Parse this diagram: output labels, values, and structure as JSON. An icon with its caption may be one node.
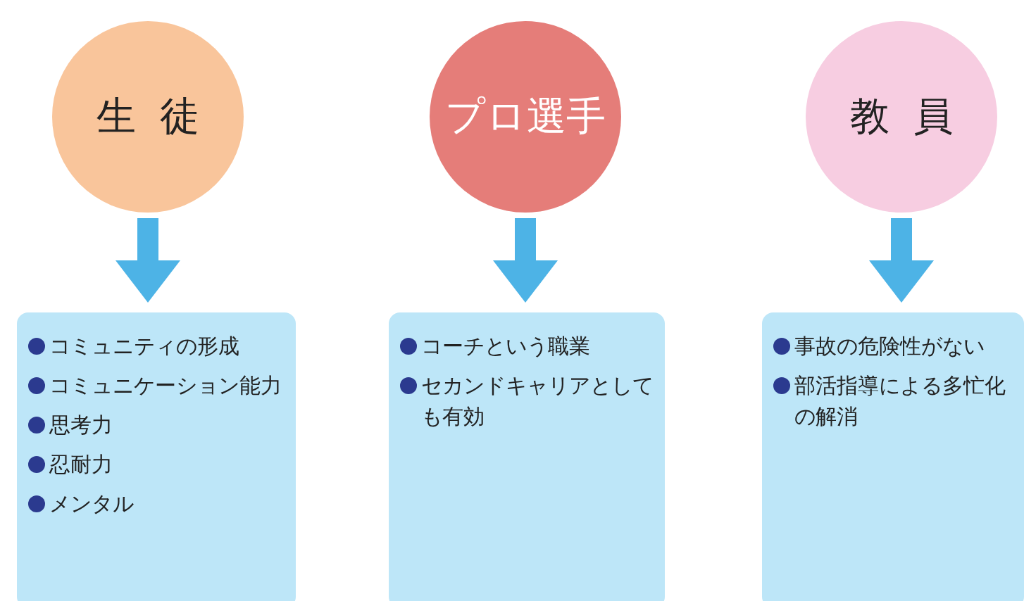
{
  "diagram": {
    "nodes": [
      {
        "text": [
          "生徒"
        ]
      },
      {
        "text": [
          "コミュニティの形成",
          "コミュニケーション能力",
          "思考力",
          "忍耐力",
          "メンタル"
        ]
      },
      {
        "text": [
          "プロ選手"
        ]
      },
      {
        "text": [
          "コーチという職業",
          "セカンドキャリアとしても有効"
        ]
      },
      {
        "text": [
          "教員"
        ]
      },
      {
        "text": [
          "事故の危険性がない",
          "部活指導による多忙化の解消"
        ]
      }
    ],
    "edges": [
      {
        "from": 0,
        "to": 1,
        "arrow": "to"
      },
      {
        "from": 2,
        "to": 3,
        "arrow": "to"
      },
      {
        "from": 4,
        "to": 5,
        "arrow": "to"
      }
    ]
  }
}
